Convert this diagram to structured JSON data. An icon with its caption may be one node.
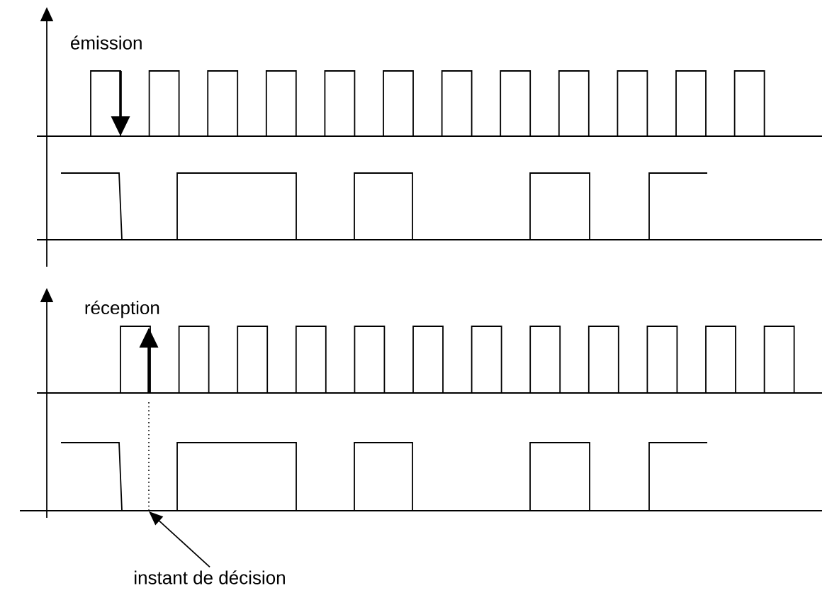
{
  "diagram": {
    "nodes": [
      {
        "text": [],
        "shape": "line"
      },
      {
        "text": [
          "instant de décision"
        ]
      }
    ],
    "edges": [
      {
        "from": 1,
        "to": 0,
        "arrow": "to"
      }
    ],
    "labels": [
      "émission",
      "réception"
    ]
  }
}
